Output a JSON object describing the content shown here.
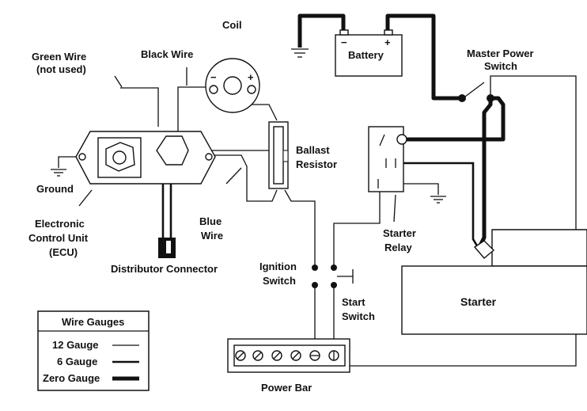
{
  "labels": {
    "coil": "Coil",
    "green_wire_1": "Green Wire",
    "green_wire_2": "(not used)",
    "black_wire": "Black Wire",
    "battery": "Battery",
    "battery_neg": "−",
    "battery_pos": "+",
    "coil_neg": "−",
    "coil_pos": "+",
    "master_1": "Master Power",
    "master_2": "Switch",
    "ballast_1": "Ballast",
    "ballast_2": "Resistor",
    "ground": "Ground",
    "ecu_1": "Electronic",
    "ecu_2": "Control Unit",
    "ecu_3": "(ECU)",
    "blue_1": "Blue",
    "blue_2": "Wire",
    "distributor": "Distributor Connector",
    "starter_relay_1": "Starter",
    "starter_relay_2": "Relay",
    "ignition_1": "Ignition",
    "ignition_2": "Switch",
    "start_1": "Start",
    "start_2": "Switch",
    "starter": "Starter",
    "power_bar": "Power Bar"
  },
  "legend": {
    "title": "Wire Gauges",
    "items": [
      {
        "label": "12 Gauge",
        "weight": "thin"
      },
      {
        "label": "6 Gauge",
        "weight": "medium"
      },
      {
        "label": "Zero Gauge",
        "weight": "heavy"
      }
    ]
  }
}
